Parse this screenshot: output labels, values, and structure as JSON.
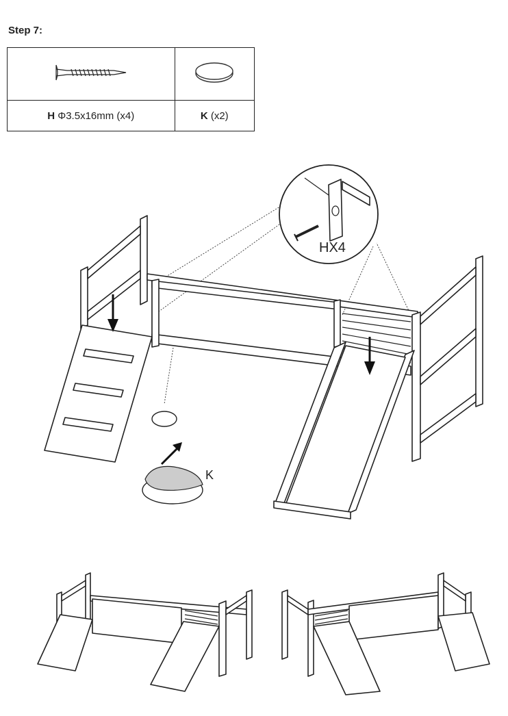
{
  "step": {
    "title": "Step 7:"
  },
  "parts": [
    {
      "icon": "screw-icon",
      "code": "H",
      "spec": "Φ3.5x16mm",
      "qty": "(x4)"
    },
    {
      "icon": "cap-disc-icon",
      "code": "K",
      "spec": "",
      "qty": "(x2)"
    }
  ],
  "diagram": {
    "callout_label": "HX4",
    "cap_label": "K"
  }
}
